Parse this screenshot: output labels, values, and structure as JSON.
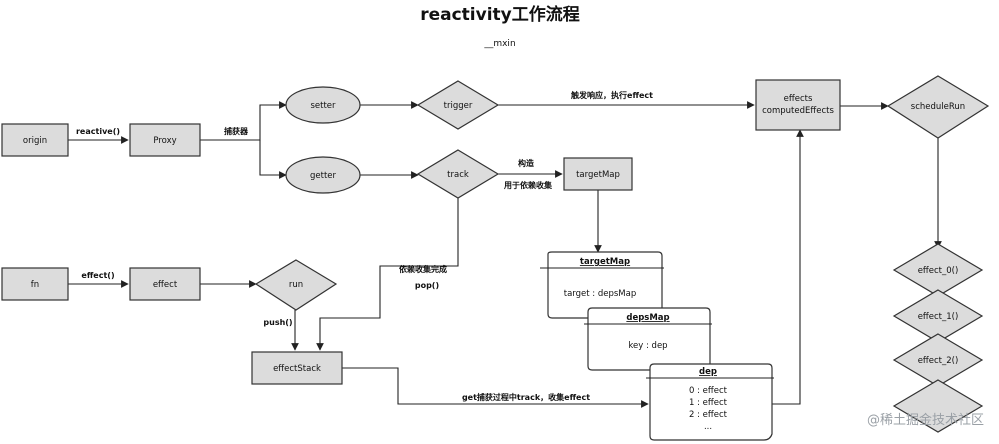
{
  "title": "reactivity工作流程",
  "author": "__mxin",
  "nodes": {
    "origin": "origin",
    "proxy": "Proxy",
    "setter": "setter",
    "getter": "getter",
    "trigger": "trigger",
    "track": "track",
    "effects": [
      "effects",
      "computedEffects"
    ],
    "scheduleRun": "scheduleRun",
    "targetMap": "targetMap",
    "fn": "fn",
    "effect": "effect",
    "run": "run",
    "effectStack": "effectStack",
    "effect_0": "effect_0()",
    "effect_1": "effect_1()",
    "effect_2": "effect_2()"
  },
  "edges": {
    "reactive": "reactive()",
    "capture": "捕获器",
    "trigger_effect": "触发响应，执行effect",
    "construct": "构造",
    "for_deps": "用于依赖收集",
    "deps_done": "依赖收集完成",
    "pop": "pop()",
    "effect_call": "effect()",
    "push": "push()",
    "get_capture": "get捕获过程中track，收集effect"
  },
  "cards": {
    "targetMap": {
      "title": "targetMap",
      "lines": [
        "target : depsMap"
      ]
    },
    "depsMap": {
      "title": "depsMap",
      "lines": [
        "key : dep"
      ]
    },
    "dep": {
      "title": "dep",
      "lines": [
        "0 : effect",
        "1 : effect",
        "2 : effect",
        "..."
      ]
    }
  },
  "watermark": "@稀土掘金技术社区",
  "colors": {
    "shape_fill": "#dcdcdc",
    "stroke": "#333333",
    "card_fill": "#ffffff"
  }
}
